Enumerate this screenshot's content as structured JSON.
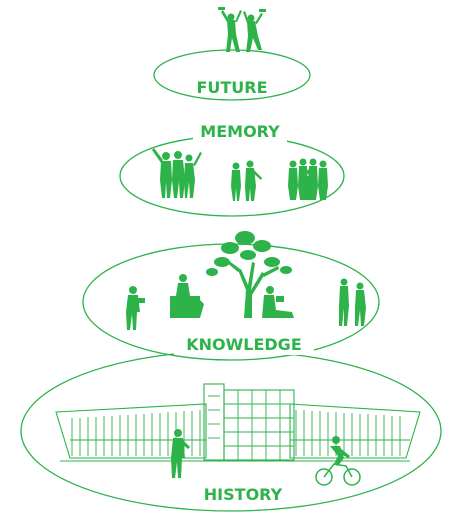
{
  "diagram": {
    "accent": "#2db34a",
    "labels": {
      "future": "FUTURE",
      "memory": "MEMORY",
      "knowledge": "KNOWLEDGE",
      "history": "HISTORY"
    },
    "icons": {
      "future": "graduates-jumping-icon",
      "memory": "friends-groups-icon",
      "knowledge": "tree-and-readers-icon",
      "history": "university-building-icon"
    }
  }
}
